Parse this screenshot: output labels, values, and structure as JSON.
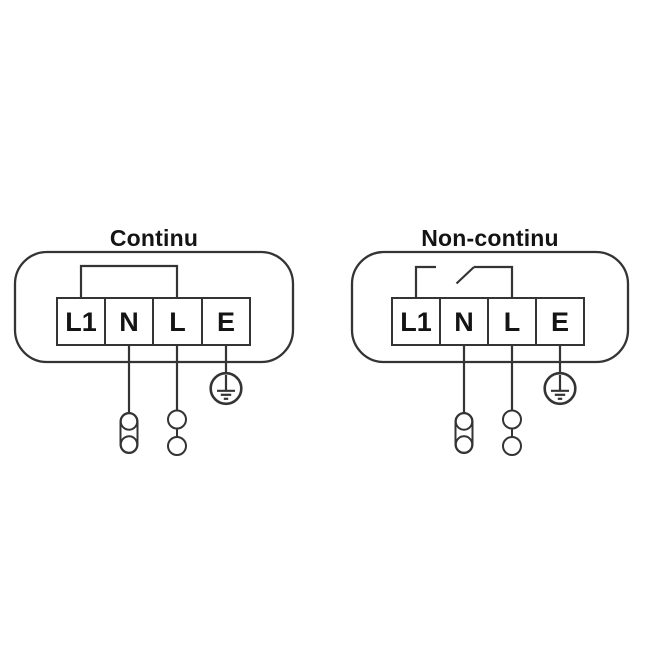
{
  "colors": {
    "background": "#ffffff",
    "line": "#343434",
    "text": "#141414"
  },
  "diagrams": [
    {
      "title": "Continu",
      "terminals": [
        "L1",
        "N",
        "L",
        "E"
      ]
    },
    {
      "title": "Non-continu",
      "terminals": [
        "L1",
        "N",
        "L",
        "E"
      ]
    }
  ]
}
